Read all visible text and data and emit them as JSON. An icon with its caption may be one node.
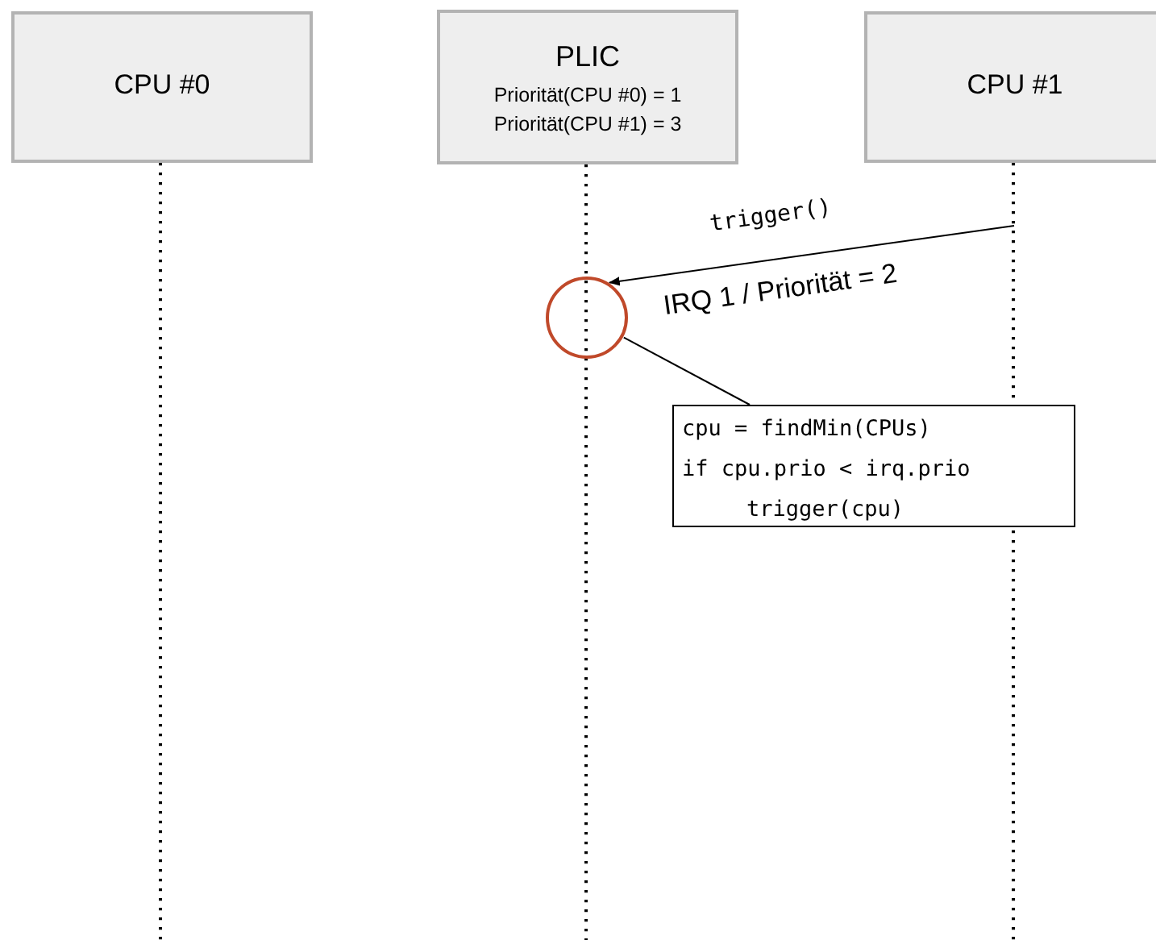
{
  "diagram": {
    "nodes": [
      {
        "text": [
          "CPU #0"
        ]
      },
      {
        "text": [
          "PLIC",
          "Priorität(CPU #0) = 1",
          "Priorität(CPU #1) = 3"
        ]
      },
      {
        "text": [
          "CPU #1"
        ]
      },
      {
        "text": [],
        "shape": "circle"
      },
      {
        "text": [
          "cpu = findMin(CPUs)",
          "if cpu.prio < irq.prio",
          "trigger(cpu)"
        ]
      }
    ],
    "edges": [
      {
        "from": 0,
        "to": null,
        "arrow": "none",
        "style": "dashed"
      },
      {
        "from": 1,
        "to": null,
        "arrow": "none",
        "style": "dashed"
      },
      {
        "from": 2,
        "to": null,
        "arrow": "none",
        "style": "dashed"
      },
      {
        "from": null,
        "to": 3,
        "arrow": "to",
        "label": "trigger()"
      },
      {
        "from": 4,
        "to": 3,
        "arrow": "none"
      }
    ],
    "labels": [
      "IRQ 1 / Priorität = 2"
    ]
  }
}
